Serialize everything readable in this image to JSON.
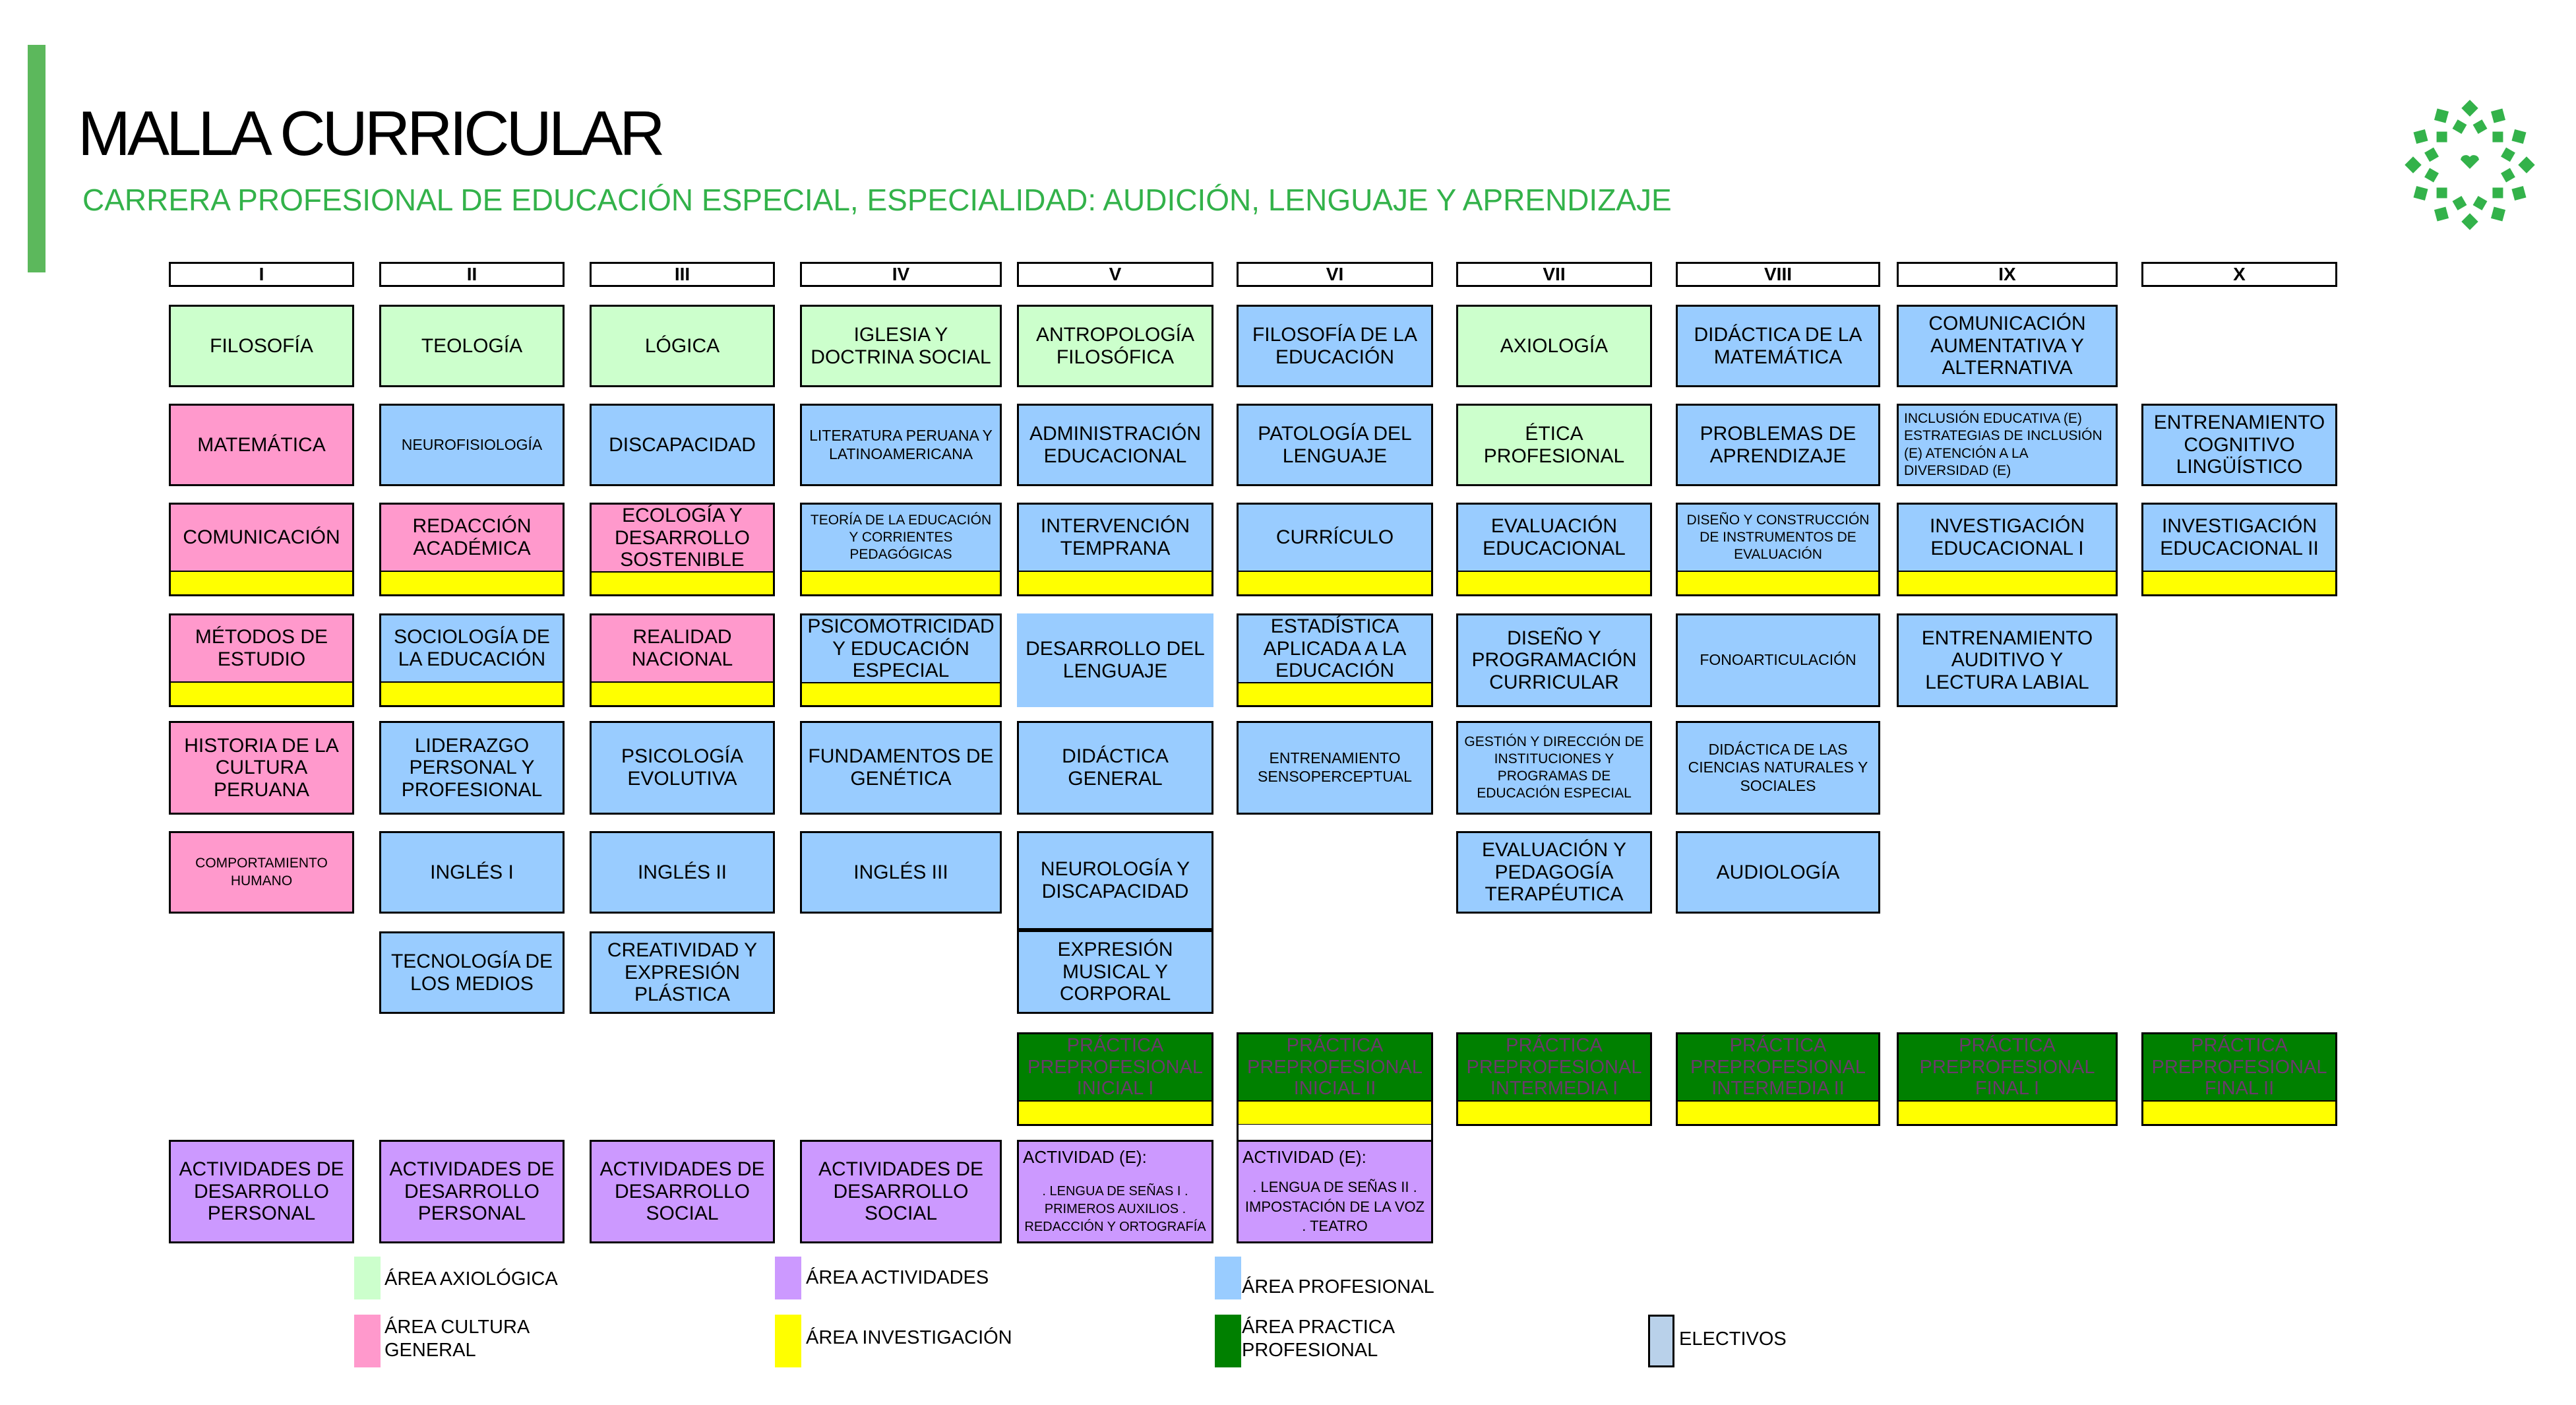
{
  "title": "MALLA CURRICULAR",
  "subtitle": "CARRERA PROFESIONAL DE EDUCACIÓN ESPECIAL, ESPECIALIDAD: AUDICIÓN, LENGUAJE Y APRENDIZAJE",
  "colors": {
    "accent_bar": "#5cb85c",
    "subtitle": "#33b24a",
    "area_axiologica": "#ccffcc",
    "area_cultura_general": "#ff99cc",
    "area_profesional": "#99ccff",
    "area_actividades": "#cc99ff",
    "area_investigacion": "#ffff00",
    "area_practica_profesional": "#008000",
    "electivos": "#b9d1ea"
  },
  "logo": {
    "icon": "green-leaf-wreath-logo-icon"
  },
  "semesters": [
    "I",
    "II",
    "III",
    "IV",
    "V",
    "VI",
    "VII",
    "VIII",
    "IX",
    "X"
  ],
  "courses": {
    "c1": "FILOSOFÍA",
    "c2": "MATEMÁTICA",
    "c3": "COMUNICACIÓN",
    "c4": "MÉTODOS DE ESTUDIO",
    "c5": "HISTORIA DE LA CULTURA PERUANA",
    "c6": "COMPORTAMIENTO HUMANO",
    "c7": "ACTIVIDADES DE DESARROLLO PERSONAL",
    "c8": "TEOLOGÍA",
    "c9": "NEUROFISIOLOGÍA",
    "c10": "REDACCIÓN ACADÉMICA",
    "c11": "SOCIOLOGÍA DE LA EDUCACIÓN",
    "c12": "LIDERAZGO PERSONAL Y PROFESIONAL",
    "c13": "INGLÉS I",
    "c14": "TECNOLOGÍA DE LOS MEDIOS",
    "c15": "ACTIVIDADES DE DESARROLLO PERSONAL",
    "c16": "LÓGICA",
    "c17": "DISCAPACIDAD",
    "c18": "ECOLOGÍA Y DESARROLLO SOSTENIBLE",
    "c19": "REALIDAD NACIONAL",
    "c20": "PSICOLOGÍA EVOLUTIVA",
    "c21": "INGLÉS II",
    "c22": "CREATIVIDAD Y EXPRESIÓN PLÁSTICA",
    "c23": "ACTIVIDADES DE DESARROLLO SOCIAL",
    "c24": "IGLESIA Y DOCTRINA SOCIAL",
    "c25": "LITERATURA PERUANA Y LATINOAMERICANA",
    "c26": "TEORÍA DE LA EDUCACIÓN Y CORRIENTES PEDAGÓGICAS",
    "c27": "PSICOMOTRICIDAD Y EDUCACIÓN ESPECIAL",
    "c28": "FUNDAMENTOS DE GENÉTICA",
    "c29": "INGLÉS III",
    "c30": "ACTIVIDADES DE DESARROLLO SOCIAL",
    "c31": "ANTROPOLOGÍA FILOSÓFICA",
    "c32": "ADMINISTRACIÓN EDUCACIONAL",
    "c33": "INTERVENCIÓN TEMPRANA",
    "c34": "DESARROLLO DEL LENGUAJE",
    "c35": "DIDÁCTICA GENERAL",
    "c36": "NEUROLOGÍA Y DISCAPACIDAD",
    "c37": "EXPRESIÓN MUSICAL Y CORPORAL",
    "c38": "PRÁCTICA PREPROFESIONAL INICIAL I",
    "c39": "FILOSOFÍA DE LA EDUCACIÓN",
    "c40": "PATOLOGÍA DEL LENGUAJE",
    "c41": "CURRÍCULO",
    "c42": "ESTADÍSTICA APLICADA A LA EDUCACIÓN",
    "c43": "ENTRENAMIENTO SENSOPERCEPTUAL",
    "c44": "PRÁCTICA PREPROFESIONAL INICIAL II",
    "c45": "AXIOLOGÍA",
    "c46": "ÉTICA PROFESIONAL",
    "c47": "EVALUACIÓN EDUCACIONAL",
    "c48": "DISEÑO Y PROGRAMACIÓN CURRICULAR",
    "c49": "GESTIÓN Y DIRECCIÓN DE INSTITUCIONES Y PROGRAMAS DE EDUCACIÓN ESPECIAL",
    "c50": "EVALUACIÓN Y PEDAGOGÍA TERAPÉUTICA",
    "c51": "PRÁCTICA PREPROFESIONAL INTERMEDIA I",
    "c52": "DIDÁCTICA DE LA MATEMÁTICA",
    "c53": "PROBLEMAS DE APRENDIZAJE",
    "c54": "DISEÑO Y CONSTRUCCIÓN DE INSTRUMENTOS DE EVALUACIÓN",
    "c55": "FONOARTICULACIÓN",
    "c56": "DIDÁCTICA DE LAS CIENCIAS NATURALES Y SOCIALES",
    "c57": "AUDIOLOGÍA",
    "c58": "PRÁCTICA PREPROFESIONAL INTERMEDIA II",
    "c59": "COMUNICACIÓN AUMENTATIVA Y ALTERNATIVA",
    "c60": "INCLUSIÓN EDUCATIVA (E) ESTRATEGIAS DE INCLUSIÓN (E) ATENCIÓN A LA DIVERSIDAD (E)",
    "c61": "INVESTIGACIÓN EDUCACIONAL I",
    "c62": "ENTRENAMIENTO AUDITIVO Y LECTURA LABIAL",
    "c63": "PRÁCTICA PREPROFESIONAL FINAL I",
    "c64": "ENTRENAMIENTO COGNITIVO LINGÜÍSTICO",
    "c65": "INVESTIGACIÓN EDUCACIONAL II",
    "c66": "PRÁCTICA PREPROFESIONAL FINAL II"
  },
  "electives": {
    "v": {
      "label": "ACTIVIDAD (E):",
      "items": [
        ". LENGUA DE SEÑAS I .",
        "PRIMEROS AUXILIOS .",
        "REDACCIÓN Y ORTOGRAFÍA"
      ]
    },
    "vi": {
      "label": "ACTIVIDAD (E):",
      "items": [
        ". LENGUA DE SEÑAS II .",
        "IMPOSTACIÓN DE LA VOZ",
        ". TEATRO"
      ]
    }
  },
  "legend": {
    "axiologica": "ÁREA AXIOLÓGICA",
    "cultura": "ÁREA CULTURA GENERAL",
    "actividades": "ÁREA ACTIVIDADES",
    "investigacion": "ÁREA INVESTIGACIÓN",
    "profesional": "ÁREA PROFESIONAL",
    "practica": "ÁREA PRACTICA PROFESIONAL",
    "electivos": "ELECTIVOS"
  }
}
